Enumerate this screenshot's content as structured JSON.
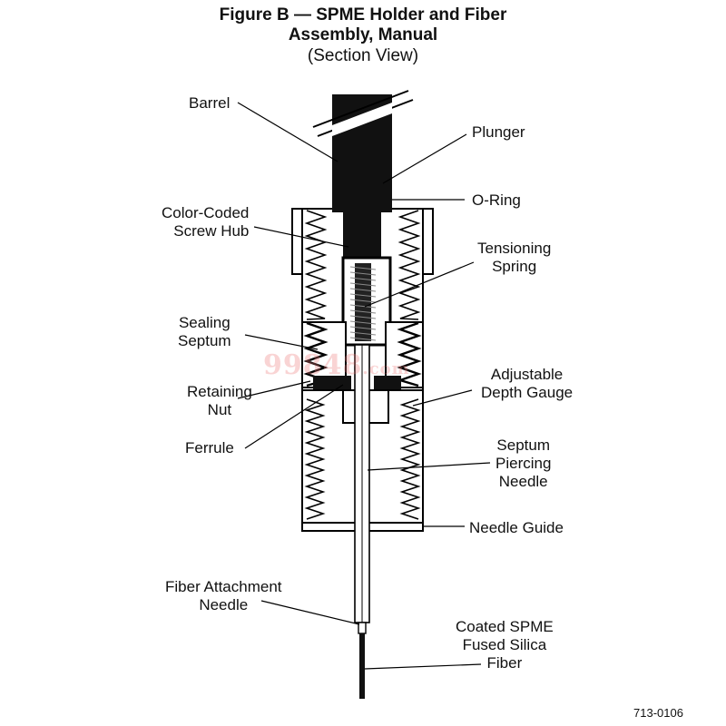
{
  "title": {
    "line1": "Figure B — SPME Holder and Fiber",
    "line2": "Assembly, Manual",
    "line3": "(Section View)"
  },
  "labels": {
    "barrel": "Barrel",
    "plunger": "Plunger",
    "o_ring": "O-Ring",
    "hub": "Color-Coded\nScrew Hub",
    "spring": "Tensioning\nSpring",
    "septum": "Sealing\nSeptum",
    "nut": "Retaining\nNut",
    "gauge": "Adjustable\nDepth Gauge",
    "ferrule": "Ferrule",
    "piercing_needle": "Septum\nPiercing\nNeedle",
    "needle_guide": "Needle Guide",
    "attachment_needle": "Fiber Attachment\nNeedle",
    "fiber": "Coated SPME\nFused Silica\nFiber"
  },
  "watermark": {
    "main": "99848",
    "suffix": ".com"
  },
  "figure_number": "713-0106",
  "colors": {
    "line": "#000000",
    "hub_fill": "#ffffff",
    "watermark": "#eb7878"
  }
}
